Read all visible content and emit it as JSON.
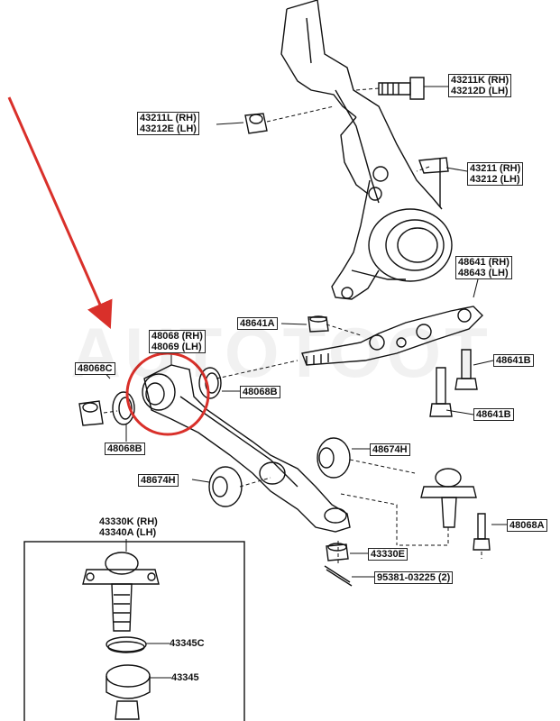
{
  "watermark": "AUTOTOOT",
  "labels": {
    "l43211K": [
      "43211K (RH)",
      "43212D (LH)"
    ],
    "l43211L": [
      "43211L (RH)",
      "43212E (LH)"
    ],
    "l43211": [
      "43211 (RH)",
      "43212 (LH)"
    ],
    "l48641": [
      "48641 (RH)",
      "48643 (LH)"
    ],
    "l48641A": "48641A",
    "l48068": [
      "48068 (RH)",
      "48069 (LH)"
    ],
    "l48068C": "48068C",
    "l48068B_r": "48068B",
    "l48641B_1": "48641B",
    "l48641B_2": "48641B",
    "l48068B_b": "48068B",
    "l48674H_r": "48674H",
    "l48674H_l": "48674H",
    "l48068A": "48068A",
    "l43330K": [
      "43330K (RH)",
      "43340A (LH)"
    ],
    "l43330E": "43330E",
    "l95381": "95381-03225 (2)",
    "l43345C": "43345C",
    "l43345": "43345"
  },
  "colors": {
    "ink": "#111111",
    "highlight": "#d9302a"
  }
}
